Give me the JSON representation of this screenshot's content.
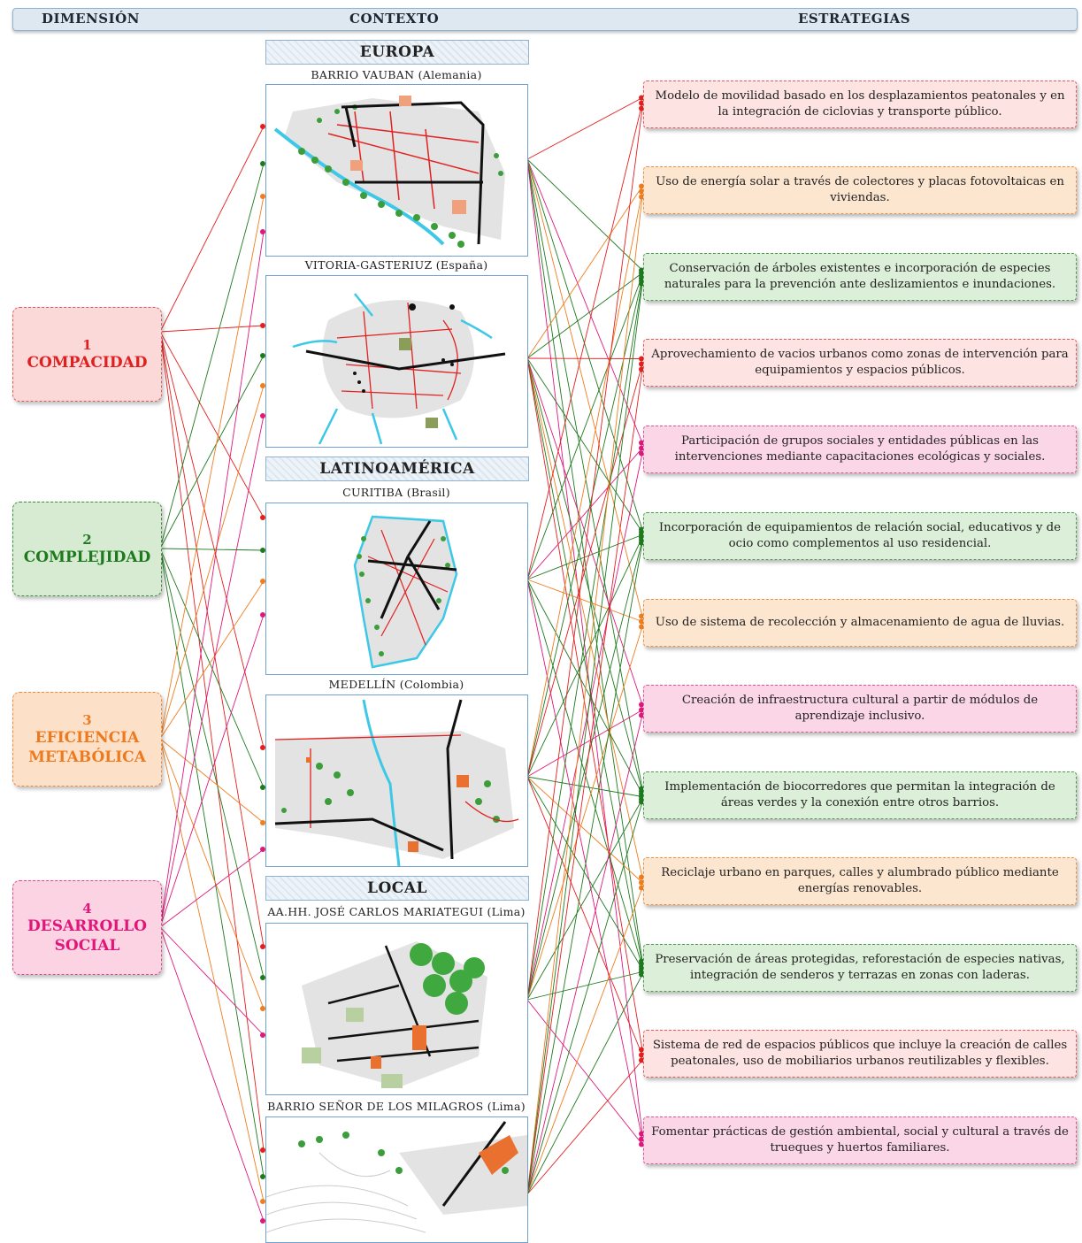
{
  "header": {
    "dimension": "DIMENSIÓN",
    "context": "CONTEXTO",
    "strategies": "ESTRATEGIAS"
  },
  "colors": {
    "compacidad": "#e61e1e",
    "complejidad": "#1f7a1f",
    "eficiencia": "#f07d1e",
    "social": "#e0187a"
  },
  "dimensions": [
    {
      "num": "1",
      "label": "COMPACIDAD"
    },
    {
      "num": "2",
      "label": "COMPLEJIDAD"
    },
    {
      "num": "3",
      "label": "EFICIENCIA\nMETABÓLICA"
    },
    {
      "num": "4",
      "label": "DESARROLLO\nSOCIAL"
    }
  ],
  "regions": {
    "europe": "EUROPA",
    "latam": "LATINOAMÉRICA",
    "local": "LOCAL"
  },
  "cases": [
    {
      "caption": "BARRIO VAUBAN (Alemania)",
      "icon": "map-vauban"
    },
    {
      "caption": "VITORIA-GASTERIUZ (España)",
      "icon": "map-vitoria"
    },
    {
      "caption": "CURITIBA (Brasil)",
      "icon": "map-curitiba"
    },
    {
      "caption": "MEDELLÍN (Colombia)",
      "icon": "map-medellin"
    },
    {
      "caption": "AA.HH. JOSÉ CARLOS MARIATEGUI (Lima)",
      "icon": "map-mariategui"
    },
    {
      "caption": "BARRIO SEÑOR DE LOS MILAGROS (Lima)",
      "icon": "map-milagros"
    }
  ],
  "strategies": [
    {
      "text": "Modelo de movilidad basado en los desplazamientos peatonales y en la integración de ciclovias y transporte público.",
      "dimension": "compacidad"
    },
    {
      "text": "Uso de energía solar a través de colectores y placas fotovoltaicas en viviendas.",
      "dimension": "eficiencia"
    },
    {
      "text": "Conservación de árboles existentes e incorporación de especies naturales para la prevención ante deslizamientos e inundaciones.",
      "dimension": "complejidad"
    },
    {
      "text": "Aprovechamiento de vacios urbanos como zonas de intervención para equipamientos y espacios públicos.",
      "dimension": "compacidad"
    },
    {
      "text": "Participación de grupos sociales y entidades públicas en las intervenciones mediante capacitaciones ecológicas y sociales.",
      "dimension": "social"
    },
    {
      "text": "Incorporación de equipamientos de relación social, educativos y de ocio como complementos al uso residencial.",
      "dimension": "complejidad"
    },
    {
      "text": "Uso de sistema de recolección y almacenamiento de agua de lluvias.",
      "dimension": "eficiencia"
    },
    {
      "text": "Creación de infraestructura cultural a partir de módulos de aprendizaje inclusivo.",
      "dimension": "social"
    },
    {
      "text": "Implementación de biocorredores que permitan la integración de áreas verdes y la conexión entre otros barrios.",
      "dimension": "complejidad"
    },
    {
      "text": "Reciclaje urbano en parques, calles y alumbrado público mediante energías renovables.",
      "dimension": "eficiencia"
    },
    {
      "text": "Preservación de áreas protegidas, reforestación de especies nativas, integración de senderos y terrazas en zonas con laderas.",
      "dimension": "complejidad"
    },
    {
      "text": "Sistema de red de espacios públicos que incluye la creación de calles peatonales, uso de mobiliarios urbanos reutilizables y flexibles.",
      "dimension": "compacidad"
    },
    {
      "text": "Fomentar prácticas de gestión ambiental, social y cultural a través de trueques y huertos familiares.",
      "dimension": "social"
    }
  ]
}
